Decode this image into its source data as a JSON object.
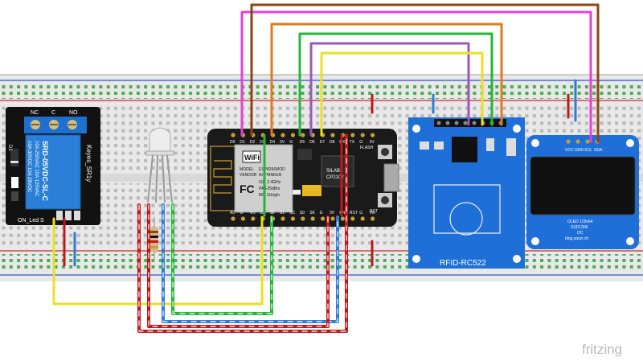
{
  "relay": {
    "pins_top": [
      "NC",
      "C",
      "NO"
    ],
    "spec_lines": [
      "10A 250VAC  10A 125VAC",
      "10A 30VDC  10A 28VDC"
    ],
    "model": "SRD-05VDC-SL-C",
    "brand": "Keyes_SR1y",
    "d1_label": "D1",
    "status_label": "ON_Led S"
  },
  "mcu": {
    "wifi_logo": "WiFi",
    "module_lines": [
      "MODEL",
      "VENDOR",
      "ISM 2.4GHz",
      "PA +25dBm",
      "802.11b/g/n"
    ],
    "module_ids": [
      "ESP8266MOD",
      "AI-THINKER"
    ],
    "fc_mark": "FC",
    "usb_chip": [
      "SILABS",
      "CP2102"
    ],
    "top_pins": [
      "D0",
      "D1",
      "D2",
      "D3",
      "D4",
      "3V",
      "G",
      "D5",
      "D6",
      "D7",
      "D8",
      "RX",
      "TX",
      "G",
      "3V"
    ],
    "bottom_pins": [
      "A0",
      "G",
      "VU",
      "S3",
      "S2",
      "S1",
      "SC",
      "S0",
      "SK",
      "G",
      "3V",
      "EN",
      "RST",
      "G",
      "Vin"
    ],
    "flash_label": "FLASH",
    "rst_label": "RST"
  },
  "rfid": {
    "label": "RFID-RC522"
  },
  "oled": {
    "pins": [
      "VCC",
      "GND",
      "SCL",
      "SDA"
    ],
    "text_lines": [
      "OLED 128x64",
      "SSD1306",
      "I2C",
      "blog.squix.ch"
    ]
  },
  "branding": {
    "logo": "fritzing"
  },
  "colors": {
    "pink": "#e83fd1",
    "brown": "#8b4513",
    "orange": "#e07b1a",
    "green": "#25b53a",
    "purple": "#9b59b6",
    "yellow": "#e8e020",
    "red": "#c0181a",
    "blue": "#2e7bd6",
    "dark_red": "#8b1010"
  }
}
